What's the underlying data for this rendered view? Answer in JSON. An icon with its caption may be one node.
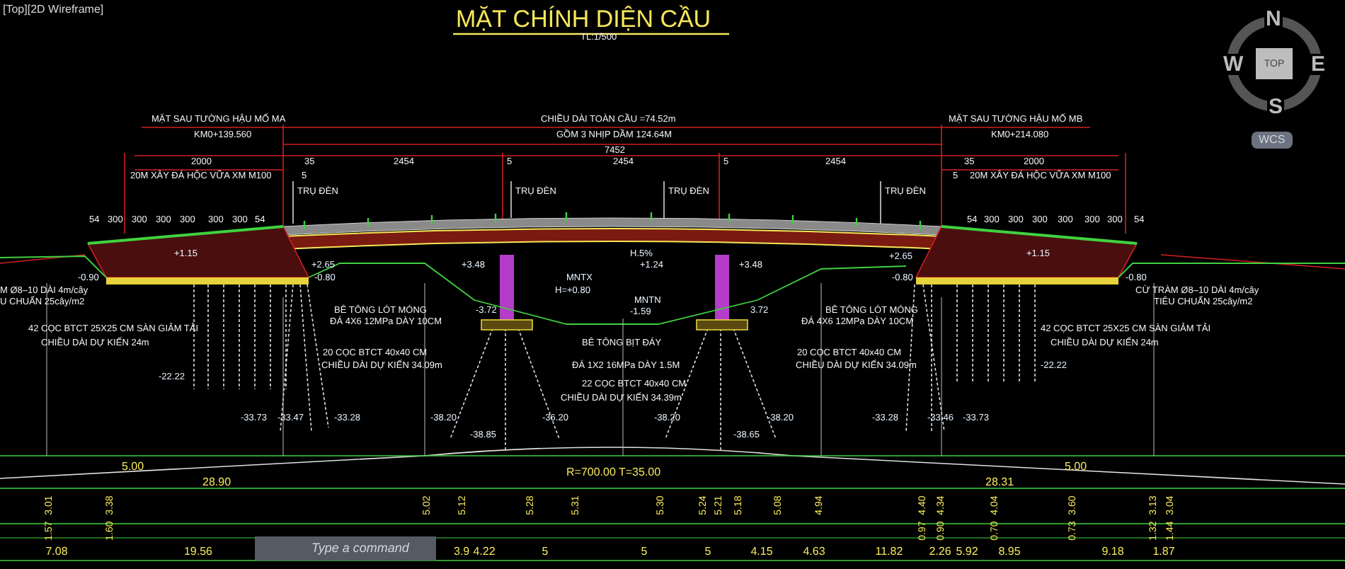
{
  "diagram": {
    "title": "MẶT CHÍNH DIỆN CẦU",
    "labels": [
      "[Top][2D Wireframe]",
      "TL:1/500",
      "N",
      "MẶT SAU TƯỜNG HẬU MỐ MA",
      "CHIỀU DÀI TOÀN CẦU =74.52m",
      "MẶT SAU TƯỜNG HẬU MỐ MB",
      "W",
      "TOP",
      "E",
      "KM0+139.560",
      "GỒM 3 NHỊP DẦM 124.64M",
      "KM0+214.080",
      "S",
      "WCS",
      "7452",
      "2000",
      "35",
      "2454",
      "5",
      "2454",
      "5",
      "2454",
      "35",
      "2000",
      "20M XÂY ĐÁ HỘC VỮA XM M100",
      "5",
      "5",
      "20M XÂY ĐÁ HỘC VỮA XM M100",
      "TRỤ ĐÈN",
      "TRỤ ĐÈN",
      "TRỤ ĐÈN",
      "TRỤ ĐÈN",
      "54",
      "300",
      "300",
      "300",
      "300",
      "300",
      "300",
      "54",
      "54",
      "300",
      "300",
      "300",
      "300",
      "300",
      "300",
      "54",
      "+1.15",
      "H.5%",
      "+1.15",
      "+2.65",
      "+3.48",
      "+1.24",
      "+3.48",
      "+2.65",
      "-0.90",
      "-0.80",
      "MNTX",
      "-0.80",
      "-0.80",
      "M Ø8–10 DÀI 4m/cây",
      "H=+0.80",
      "CỪ TRÀM Ø8–10 DÀI 4m/cây",
      "U CHUẨN 25cây/m2",
      "MNTN",
      "TIÊU CHUẨN 25cây/m2",
      "BÊ TÔNG LÓT MÓNG",
      "-3.72",
      "-1.59",
      "3.72",
      "BÊ TÔNG LÓT MÓNG",
      "ĐÁ 4X6 12MPa DÀY 10CM",
      "ĐÁ 4X6 12MPa DÀY 10CM",
      "42 CỌC BTCT 25X25 CM SÀN GIẢM TẢI",
      "42 CỌC BTCT 25X25 CM SÀN GIẢM TẢI",
      "CHIỀU DÀI DỰ KIẾN 24m",
      "BÊ TÔNG BỊT ĐÁY",
      "CHIỀU DÀI DỰ KIẾN 24m",
      "20 CỌC BTCT 40x40 CM",
      "20 CỌC BTCT 40x40 CM",
      "CHIỀU DÀI DỰ KIẾN 34.09m",
      "ĐÁ 1X2 16MPa DÀY 1.5M",
      "CHIỀU DÀI DỰ KIẾN 34.09m",
      "-22.22",
      "-22.22",
      "22 CỌC BTCT 40x40 CM",
      "CHIỀU DÀI DỰ KIẾN 34.39m",
      "-33.73",
      "-33.47",
      "-33.28",
      "-38.20",
      "-36.20",
      "-38.20",
      "-38.20",
      "-33.28",
      "-33.46",
      "-33.73",
      "-38.85",
      "-38.65",
      "5.00",
      "5.00",
      "R=700.00 T=35.00",
      "28.90",
      "28.31",
      "3.01",
      "3.38",
      "5.02",
      "5.12",
      "5.28",
      "5.31",
      "5.30",
      "5.24",
      "5.21",
      "5.18",
      "5.08",
      "4.94",
      "4.40",
      "4.34",
      "4.04",
      "3.60",
      "3.13",
      "3.04",
      "1.57",
      "1.60",
      "0.97",
      "0.90",
      "0.70",
      "0.73",
      "1.32",
      "1.44",
      "7.08",
      "19.56",
      "3.9",
      "4.22",
      "5",
      "5",
      "5",
      "4.15",
      "4.63",
      "11.82",
      "2.26",
      "5.92",
      "8.95",
      "9.18",
      "1.87",
      "Type a command"
    ]
  }
}
